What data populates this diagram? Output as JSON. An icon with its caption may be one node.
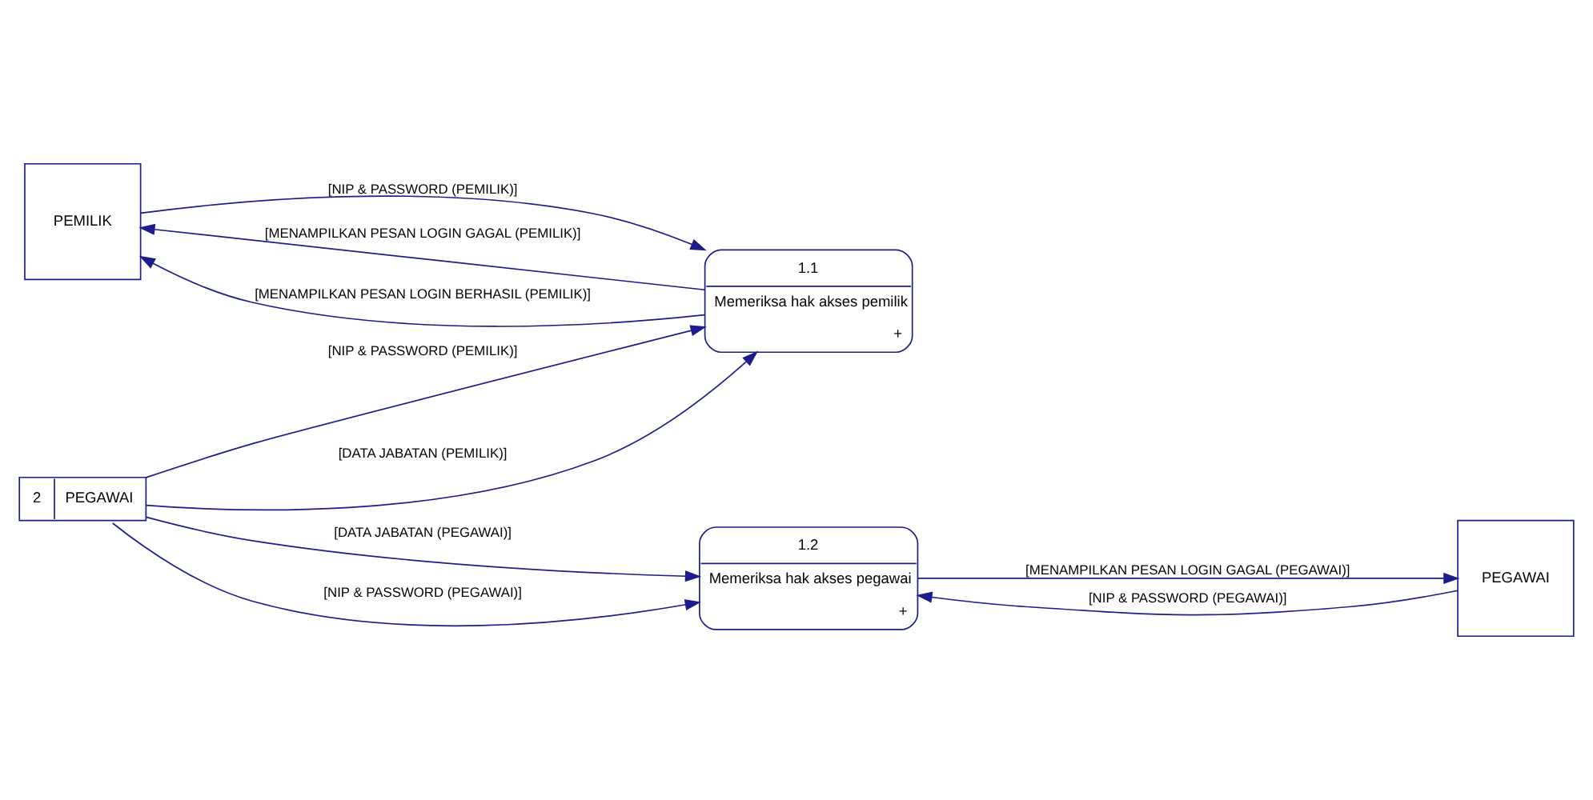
{
  "diagram": {
    "nodes": [
      {
        "text": [
          "PEMILIK"
        ]
      },
      {
        "text": [
          "1.1",
          "Memeriksa hak akses pemilik",
          "+"
        ]
      },
      {
        "text": [
          "2",
          "PEGAWAI"
        ]
      },
      {
        "text": [
          "PEGAWAI"
        ]
      },
      {
        "text": [
          "1.2",
          "Memeriksa hak akses pegawai",
          "+"
        ]
      }
    ],
    "edges": [
      {
        "from": 1,
        "to": 0,
        "arrow": "to",
        "label": "[MENAMPILKAN PESAN LOGIN GAGAL (PEMILIK)]"
      },
      {
        "from": 0,
        "to": 1,
        "arrow": "to",
        "label": "[NIP & PASSWORD (PEMILIK)]"
      },
      {
        "from": 1,
        "to": 0,
        "arrow": "to",
        "label": "[MENAMPILKAN PESAN LOGIN BERHASIL (PEMILIK)]"
      },
      {
        "from": 2,
        "to": 1,
        "arrow": "to",
        "label": "[NIP & PASSWORD (PEMILIK)]"
      },
      {
        "from": 2,
        "to": 1,
        "arrow": "to",
        "label": "[DATA JABATAN (PEMILIK)]"
      },
      {
        "from": 4,
        "to": 3,
        "arrow": "to",
        "label": "[MENAMPILKAN PESAN LOGIN GAGAL (PEGAWAI)]"
      },
      {
        "from": 3,
        "to": 4,
        "arrow": "to",
        "label": "[NIP & PASSWORD (PEGAWAI)]"
      },
      {
        "from": 2,
        "to": 4,
        "arrow": "to",
        "label": "[DATA JABATAN (PEGAWAI)]"
      },
      {
        "from": 2,
        "to": 4,
        "arrow": "to",
        "label": "[NIP & PASSWORD (PEGAWAI)]"
      }
    ]
  }
}
